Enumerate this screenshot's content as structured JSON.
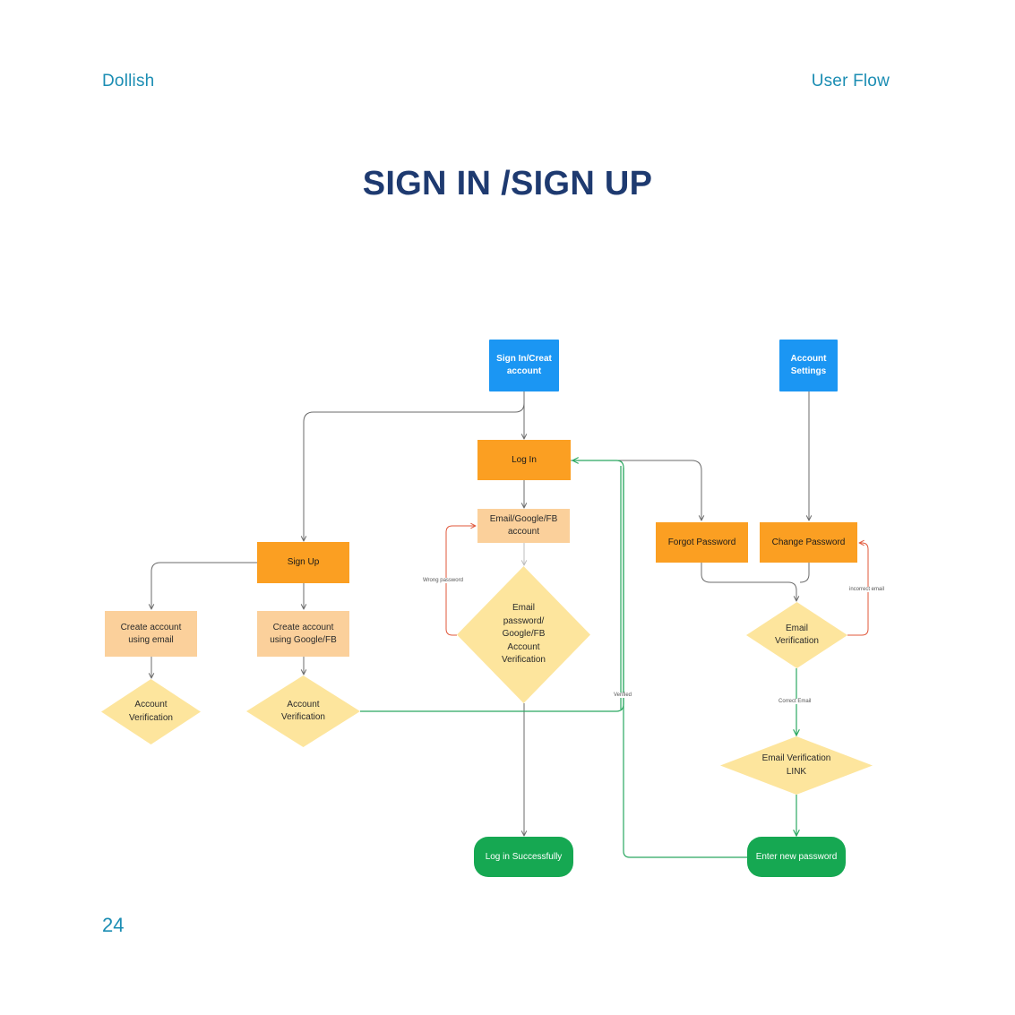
{
  "header": {
    "brand": "Dollish",
    "section": "User Flow"
  },
  "title": "SIGN IN /SIGN UP",
  "page_number": "24",
  "colors": {
    "start": "#1b96f3",
    "process": "#fb9f22",
    "input": "#fbd09b",
    "decision": "#fde59d",
    "end": "#16a852",
    "arrow_default": "#6b6b6b",
    "arrow_success": "#2aa860",
    "arrow_error": "#e0573a",
    "text_accent": "#1b8db3",
    "title": "#1e3a70"
  },
  "nodes": {
    "sign_in_create": "Sign In/Creat\naccount",
    "account_settings": "Account\nSettings",
    "log_in": "Log In",
    "email_google_fb": "Email/Google/FB\naccount",
    "sign_up": "Sign Up",
    "forgot_password": "Forgot Password",
    "change_password": "Change Password",
    "create_email": "Create account\nusing email",
    "create_google": "Create account\nusing Google/FB",
    "email_pw_verification": "Email\npassword/\nGoogle/FB\nAccount\nVerification",
    "email_verification": "Email\nVerification",
    "account_verification_1": "Account\nVerification",
    "account_verification_2": "Account\nVerification",
    "email_verification_link": "Email Verification\nLINK",
    "log_in_success": "Log in Successfully",
    "enter_new_password": "Enter new password"
  },
  "edge_labels": {
    "wrong_password": "Wrong password",
    "incorrect_email": "incorrect email",
    "verified": "Verified",
    "correct_email": "Correct Email"
  }
}
